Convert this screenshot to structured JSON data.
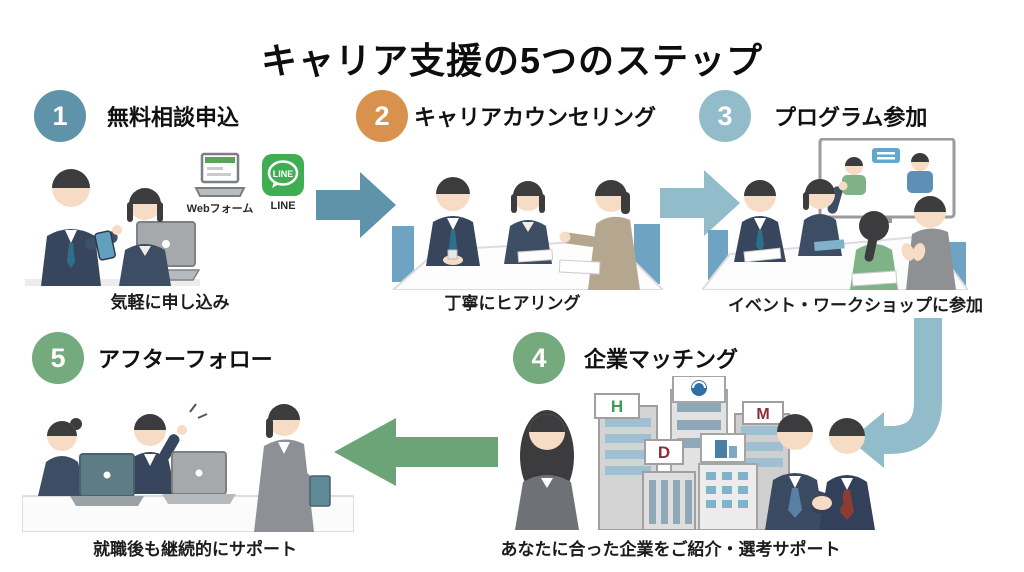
{
  "title": "キャリア支援の5つのステップ",
  "steps": [
    {
      "number": "1",
      "label": "無料相談申込",
      "caption": "気軽に申し込み",
      "color": "#5e93a9"
    },
    {
      "number": "2",
      "label": "キャリアカウンセリング",
      "caption": "丁寧にヒアリング",
      "color": "#d9924e"
    },
    {
      "number": "3",
      "label": "プログラム参加",
      "caption": "イベント・ワークショップに参加",
      "color": "#93bcca"
    },
    {
      "number": "4",
      "label": "企業マッチング",
      "caption": "あなたに合った企業をご紹介・選考サポート",
      "color": "#75a97e"
    },
    {
      "number": "5",
      "label": "アフターフォロー",
      "caption": "就職後も継続的にサポート",
      "color": "#75a97e"
    }
  ],
  "apply_channels": {
    "web_form_label": "Webフォーム",
    "line_label": "LINE",
    "line_icon_text": "LINE",
    "line_green": "#3fae53"
  },
  "building_signs": {
    "green_letter": "H",
    "red_letter_m": "M",
    "red_letter_d": "D"
  },
  "arrows": {
    "blue_dark": "#5e93a9",
    "blue_light": "#93bcca",
    "green": "#6ba577"
  }
}
